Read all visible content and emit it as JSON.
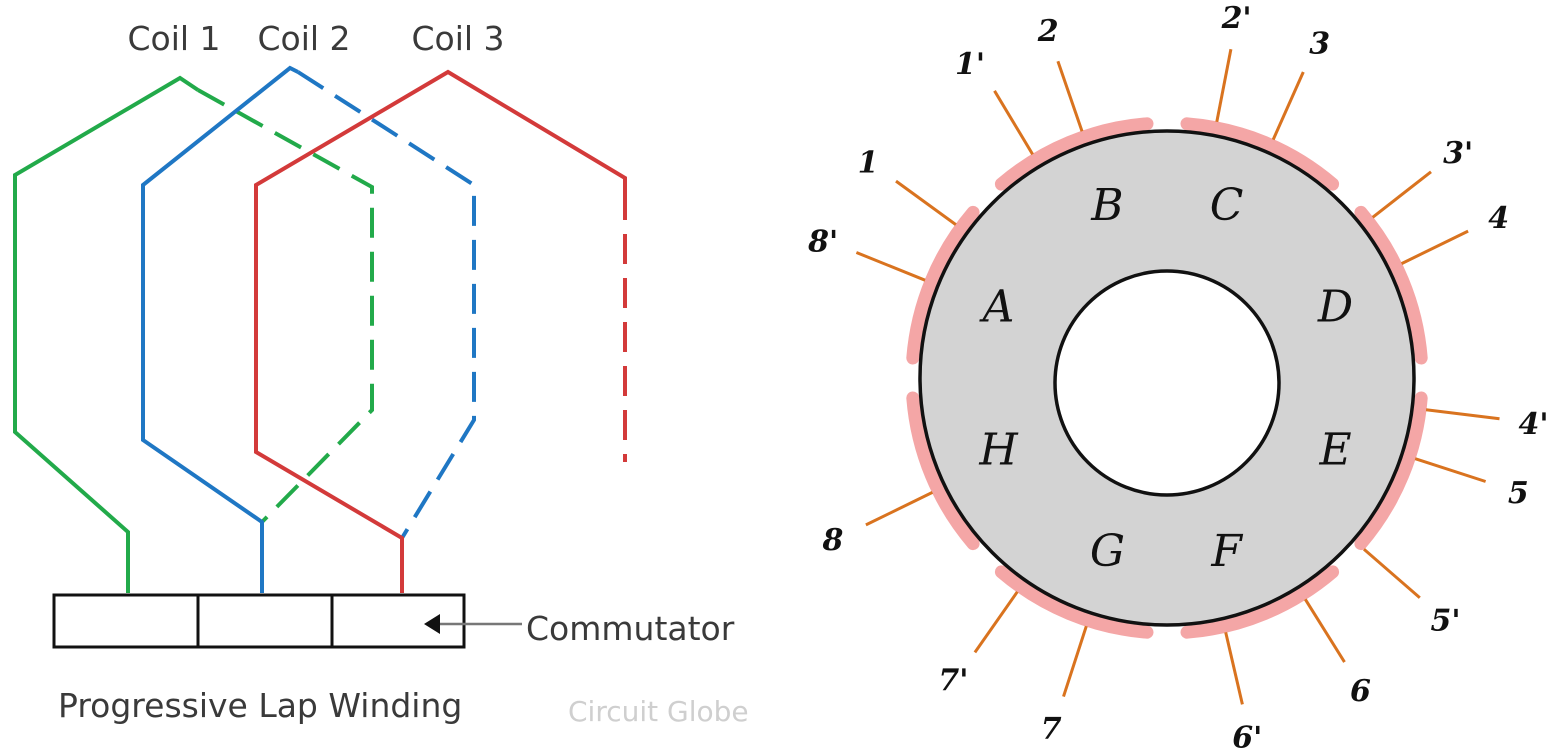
{
  "lap_winding": {
    "coils": [
      {
        "label": "Coil 1",
        "color": "#22aa4a"
      },
      {
        "label": "Coil 2",
        "color": "#1f77c4"
      },
      {
        "label": "Coil 3",
        "color": "#d33a3a"
      }
    ],
    "commutator_label": "Commutator",
    "title": "Progressive Lap Winding",
    "credit": "Circuit Globe"
  },
  "armature": {
    "segments": [
      "A",
      "B",
      "C",
      "D",
      "E",
      "F",
      "G",
      "H"
    ],
    "conductors": [
      "1",
      "1'",
      "2",
      "2'",
      "3",
      "3'",
      "4",
      "4'",
      "5",
      "5'",
      "6",
      "6'",
      "7",
      "7'",
      "8",
      "8'"
    ],
    "colors": {
      "core": "#d3d3d3",
      "brush": "#f4a6a6",
      "lead": "#d9731f",
      "outline": "#111111"
    }
  }
}
